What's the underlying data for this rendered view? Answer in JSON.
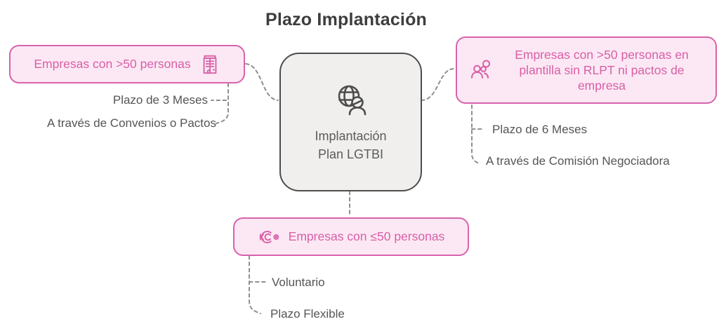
{
  "title": "Plazo Implantación",
  "colors": {
    "pink_border": "#d863ab",
    "pink_fill": "#fce8f4",
    "pink_text": "#d85fa7",
    "node_border": "#4d4d4d",
    "node_fill": "#f0efee",
    "label_text": "#555555",
    "connector": "#8f8f8f"
  },
  "center_node": {
    "icon": "globe-user-icon",
    "label_line1": "Implantación",
    "label_line2": "Plan LGTBI"
  },
  "branches": {
    "left": {
      "icon": "building-icon",
      "box_label": "Empresas con >50 personas",
      "items": [
        {
          "label": "Plazo de 3 Meses"
        },
        {
          "label": "A través de Convenios o Pactos"
        }
      ]
    },
    "right": {
      "icon": "users-search-icon",
      "box_label": "Empresas con >50 personas en plantilla sin RLPT ni pactos de empresa",
      "items": [
        {
          "label": "Plazo de 6 Meses"
        },
        {
          "label": "A través de Comisión Negociadora"
        }
      ]
    },
    "bottom": {
      "icon": "small-company-icon",
      "box_label": "Empresas con ≤50 personas",
      "items": [
        {
          "label": "Voluntario"
        },
        {
          "label": "Plazo Flexible"
        }
      ]
    }
  }
}
